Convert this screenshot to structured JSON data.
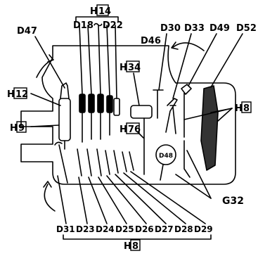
{
  "diagram": {
    "labels": {
      "h14_prefix": "H",
      "h14_box": "14",
      "d18_22": "D18～D22",
      "d47": "D47",
      "d46": "D46",
      "d30": "D30",
      "d33": "D33",
      "d49": "D49",
      "d52": "D52",
      "h34_prefix": "H",
      "h34_box": "34",
      "h12_prefix": "H",
      "h12_box": "12",
      "h9_prefix": "H",
      "h9_box": "9",
      "h8_right_prefix": "H",
      "h8_right_box": "8",
      "h76_prefix": "H",
      "h76_box": "76",
      "d48": "D48",
      "g32": "G32",
      "bottom_row": [
        "D31",
        "D23",
        "D24",
        "D25",
        "D26",
        "D27",
        "D28",
        "D29"
      ],
      "h8_bottom_prefix": "H",
      "h8_bottom_box": "8"
    }
  }
}
